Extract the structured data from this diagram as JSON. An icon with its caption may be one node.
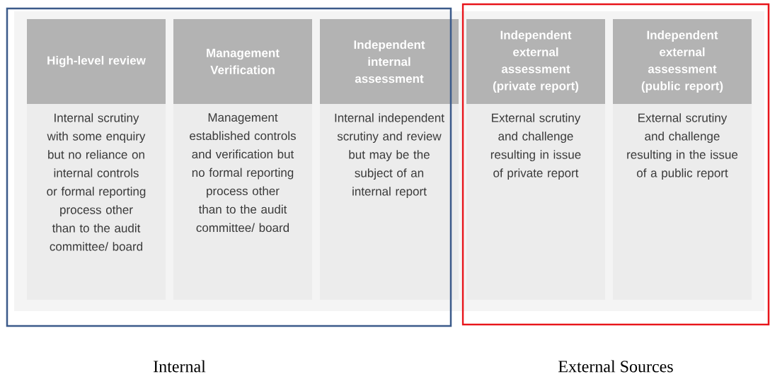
{
  "diagram": {
    "nodes": [
      {
        "text": [
          "Internal"
        ]
      },
      {
        "text": [
          "High-level review"
        ],
        "in": 0
      },
      {
        "text": [
          "Internal scrutiny with some enquiry but no reliance on internal controls or formal reporting process other than to the audit committee/ board"
        ],
        "in": 0
      },
      {
        "text": [
          "Management Verification"
        ],
        "in": 0
      },
      {
        "text": [
          "Management established controls and verification but no formal reporting process other than to the audit committee/ board"
        ],
        "in": 0
      },
      {
        "text": [
          "Independent internal assessment"
        ],
        "in": 0
      },
      {
        "text": [
          "Internal independent scrutiny and review but may be the subject of an internal report"
        ],
        "in": 0
      },
      {
        "text": [
          "External Sources"
        ]
      },
      {
        "text": [
          "Independent external assessment (private report)"
        ],
        "in": 7
      },
      {
        "text": [
          "External scrutiny and challenge resulting in issue of private report"
        ],
        "in": 7
      },
      {
        "text": [
          "Independent external assessment (public report)"
        ],
        "in": 7
      },
      {
        "text": [
          "External scrutiny and challenge resulting in the issue of a public report"
        ],
        "in": 7
      }
    ]
  }
}
